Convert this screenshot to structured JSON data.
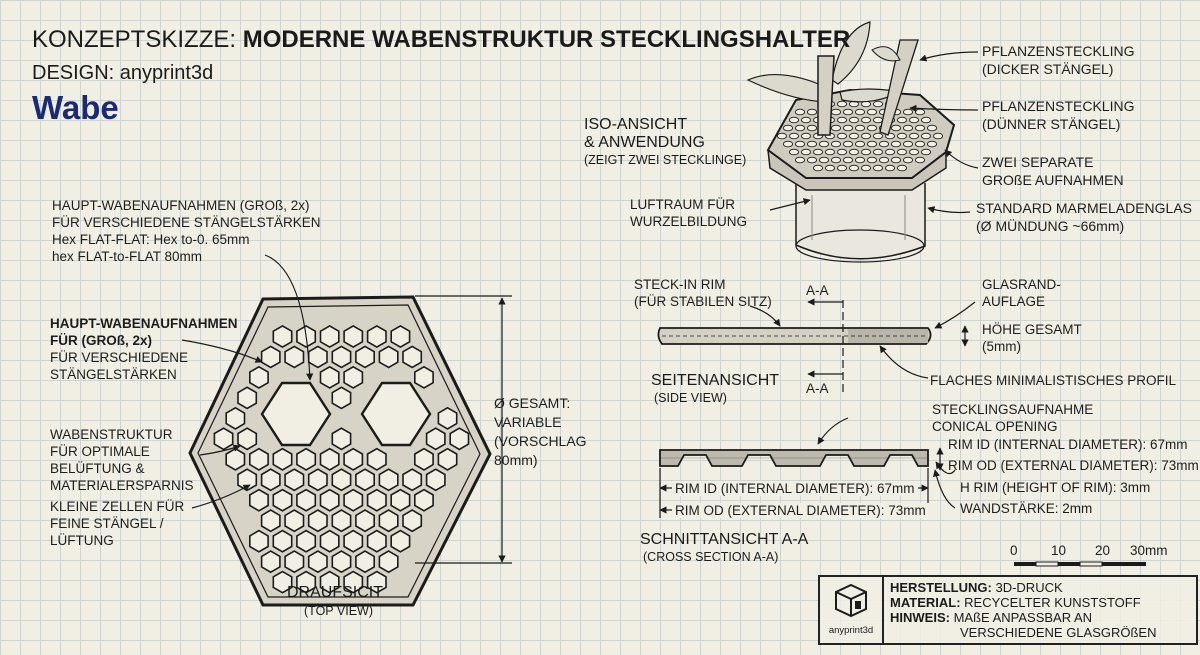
{
  "title": {
    "prefix": "KONZEPTSKIZZE: ",
    "main": "MODERNE WABENSTRUKTUR STECKLINGSHALTER"
  },
  "design_line": "DESIGN: anyprint3d",
  "brand": "Wabe",
  "top_view": {
    "annot_hex": [
      "HAUPT-WABENAUFNAHMEN (GROß, 2x)",
      "FÜR VERSCHIEDENE STÄNGELSTÄRKEN",
      "Hex FLAT-FLAT: Hex to-0. 65mm",
      "hex FLAT-to-FLAT 80mm"
    ],
    "annot_large_bold": [
      "HAUPT-WABENAUFNAHMEN",
      "FÜR (GROß, 2x)"
    ],
    "annot_large": [
      "FÜR VERSCHIEDENE",
      "STÄNGELSTÄRKEN"
    ],
    "annot_structure": [
      "WABENSTRUKTUR",
      "FÜR OPTIMALE",
      "BELÜFTUNG &",
      "MATERIALERSPARNIS"
    ],
    "annot_small": [
      "KLEINE ZELLEN FÜR",
      "FEINE STÄNGEL /",
      "LÜFTUNG"
    ],
    "diameter": [
      "Ø GESAMT:",
      "VARIABLE",
      "(VORSCHLAG",
      "80mm)"
    ],
    "caption": "DRAUFSICIT",
    "caption_sub": "(TOP VIEW)"
  },
  "iso_view": {
    "caption": [
      "ISO-ANSICHT",
      "& ANWENDUNG"
    ],
    "caption_sub": "(ZEIGT ZWEI STECKLINGE)",
    "air": [
      "LUFTRAUM FÜR",
      "WURZELBILDUNG"
    ],
    "thick": [
      "PFLANZENSTECKLING",
      "(DICKER STÄNGEL)"
    ],
    "thin": [
      "PFLANZENSTECKLING",
      "(DÜNNER STÄNGEL)"
    ],
    "two": [
      "ZWEI SEPARATE",
      "GROßE AUFNAHMEN"
    ],
    "jar": [
      "STANDARD MARMELADENGLAS",
      "(Ø MÜNDUNG ~66mm)"
    ]
  },
  "side_view": {
    "rim": [
      "STECK-IN RIM",
      "(FÜR STABILEN SITZ)"
    ],
    "section_mark": "A-A",
    "glass": [
      "GLASRAND-",
      "AUFLAGE"
    ],
    "height": [
      "HÖHE GESAMT",
      "(5mm)"
    ],
    "profile": "FLACHES MINIMALISTISCHES PROFIL",
    "caption": "SEITENANSICHT",
    "caption_sub": "(SIDE VIEW)"
  },
  "section": {
    "opening": [
      "STECKLINGSAUFNAHME",
      "CONICAL OPENING"
    ],
    "rim_id": "RIM ID (INTERNAL DIAMETER): 67mm",
    "rim_od": "RIM OD (EXTERNAL DIAMETER): 73mm",
    "rim_h": "H RIM (HEIGHT OF RIM): 3mm",
    "wall": "WANDSTÄRKE: 2mm",
    "dim_id": "RIM ID (INTERNAL DIAMETER): 67mm",
    "dim_od": "RIM OD (EXTERNAL DIAMETER): 73mm",
    "caption": "SCHNITTANSICHT A-A",
    "caption_sub": "(CROSS SECTION A-A)"
  },
  "scale": [
    "0",
    "10",
    "20",
    "30mm"
  ],
  "title_block": {
    "logo_text": "anyprint3d",
    "rows": [
      {
        "key": "HERSTELLUNG:",
        "value": "3D-DRUCK"
      },
      {
        "key": "MATERIAL:",
        "value": "RECYCELTER KUNSTSTOFF"
      },
      {
        "key": "HINWEIS:",
        "value": "MAßE ANPASSBAR AN"
      }
    ],
    "note_cont": "VERSCHIEDENE GLASGRÖßEN"
  },
  "colors": {
    "paper": "#f1efe4",
    "grid": "#cfd4d0",
    "ink": "#1b1b1b",
    "brand": "#1b2a78",
    "fill": "#c9c5b8"
  }
}
